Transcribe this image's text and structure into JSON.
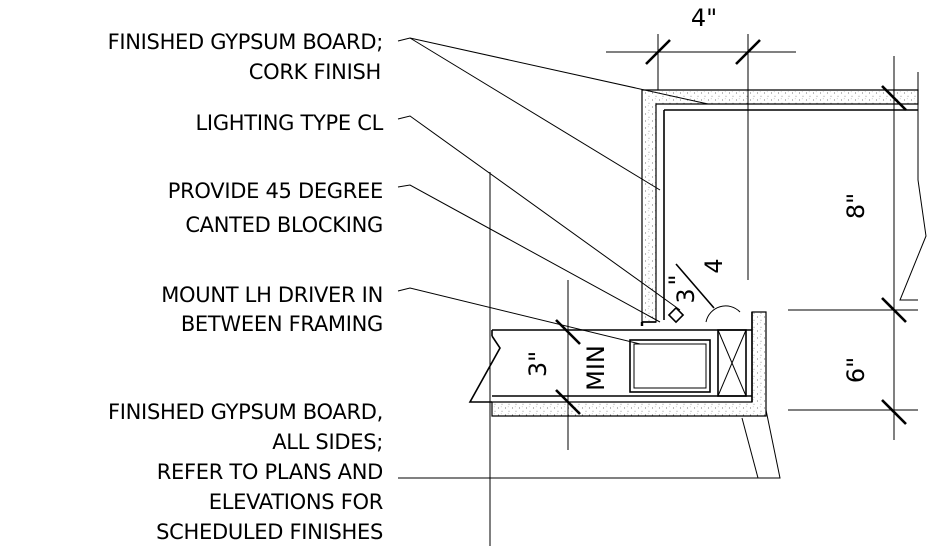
{
  "notes": {
    "gypsum_cork_line1": "FINISHED GYPSUM BOARD;",
    "gypsum_cork_line2": "CORK FINISH",
    "lighting": "LIGHTING TYPE CL",
    "blocking_line1": "PROVIDE 45 DEGREE",
    "blocking_line2": "CANTED BLOCKING",
    "driver_line1": "MOUNT LH DRIVER IN",
    "driver_line2": "BETWEEN FRAMING",
    "gypsum_all_line1": "FINISHED GYPSUM BOARD,",
    "gypsum_all_line2": "ALL SIDES;",
    "gypsum_all_line3": "REFER TO PLANS AND",
    "gypsum_all_line4": "ELEVATIONS FOR",
    "gypsum_all_line5": "SCHEDULED FINISHES"
  },
  "dimensions": {
    "top_width": "4\"",
    "right_upper": "8\"",
    "right_lower": "6\"",
    "left_height": "3\"",
    "left_min": "MIN",
    "fraction_num": "3",
    "fraction_den": "4",
    "fraction_inch": "\""
  },
  "colors": {
    "ink": "#000000",
    "background": "#ffffff"
  }
}
